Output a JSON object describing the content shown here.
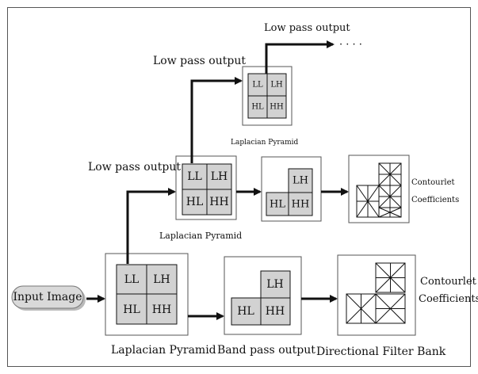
{
  "labels": {
    "input_image": "Input Image",
    "low_pass_output_top": "Low pass output",
    "low_pass_output_mid": "Low pass output",
    "low_pass_output_left": "Low pass output",
    "laplacian_pyramid_top": "Laplacian Pyramid",
    "laplacian_pyramid_mid": "Laplacian Pyramid",
    "laplacian_pyramid_bottom": "Laplacian Pyramid",
    "band_pass_output": "Band pass output",
    "directional_filter_bank": "Directional Filter Bank",
    "contourlet_mid_1": "Contourlet",
    "contourlet_mid_2": "Coefficients",
    "contourlet_bot_1": "Contourlet",
    "contourlet_bot_2": "Coefficients",
    "ellipsis": "· · · ·"
  },
  "subbands": {
    "ll": "LL",
    "lh": "LH",
    "hl": "HL",
    "hh": "HH"
  },
  "colors": {
    "cell_fill": "#d2d2d2",
    "line": "#111111",
    "input_fill": "#d9d9d9"
  }
}
